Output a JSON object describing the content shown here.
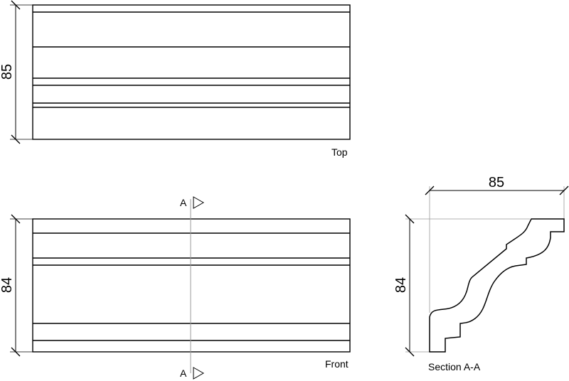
{
  "views": {
    "top": {
      "label": "Top",
      "height_dim": "85"
    },
    "front": {
      "label": "Front",
      "height_dim": "84",
      "cut_marker": "A"
    },
    "section": {
      "label": "Section A-A",
      "width_dim": "85",
      "height_dim": "84"
    }
  },
  "colors": {
    "line": "#000000",
    "section_line": "#999999"
  }
}
